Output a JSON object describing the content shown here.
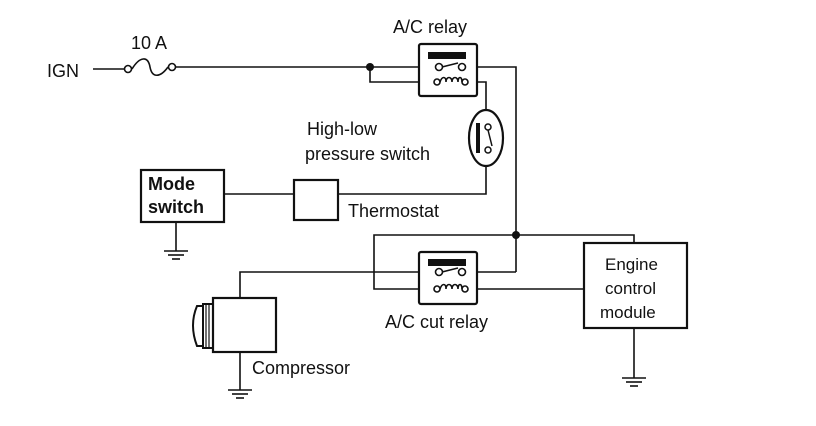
{
  "labels": {
    "ign": "IGN",
    "fuse": "10 A",
    "ac_relay": "A/C relay",
    "pressure_switch_line1": "High-low",
    "pressure_switch_line2": "pressure switch",
    "mode_switch_line1": "Mode",
    "mode_switch_line2": "switch",
    "thermostat": "Thermostat",
    "ac_cut_relay": "A/C cut relay",
    "ecm_line1": "Engine",
    "ecm_line2": "control",
    "ecm_line3": "module",
    "compressor": "Compressor"
  }
}
